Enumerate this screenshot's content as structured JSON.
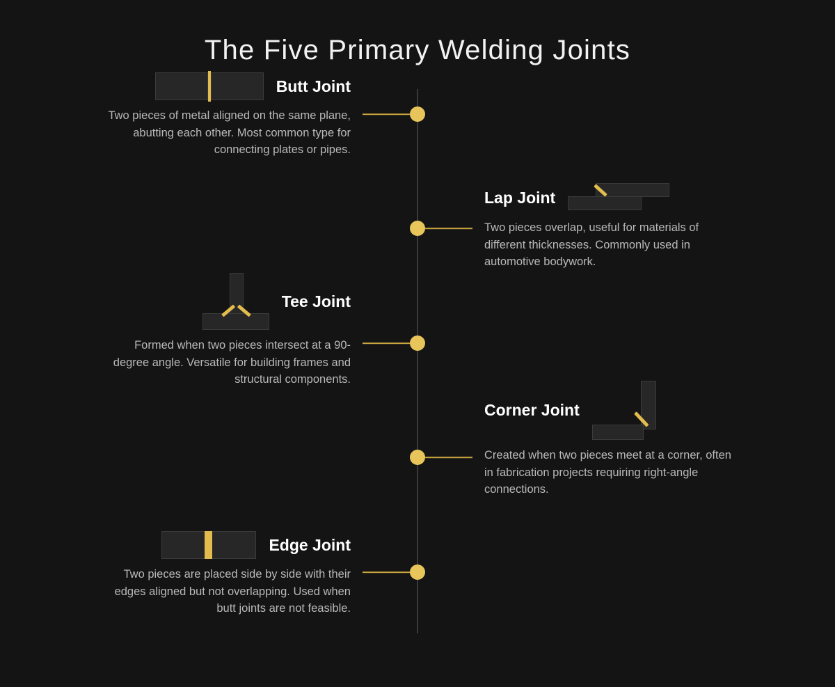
{
  "title": "The Five Primary Welding Joints",
  "colors": {
    "background": "#141414",
    "accent_gold": "#e8c55a",
    "weld_bead": "#e3bc4e",
    "plate_fill": "#272727",
    "plate_border": "#3b3b3b",
    "spine": "#3a3a3a",
    "heading_text": "#ffffff",
    "body_text": "#b9b9b9",
    "title_text": "#f2f2f2"
  },
  "joints": [
    {
      "name": "Butt Joint",
      "description": "Two pieces of metal aligned on the same plane, abutting each other. Most common type for connecting plates or pipes.",
      "side": "left",
      "diagram": "butt-joint-diagram"
    },
    {
      "name": "Lap Joint",
      "description": "Two pieces overlap, useful for materials of different thicknesses. Commonly used in automotive bodywork.",
      "side": "right",
      "diagram": "lap-joint-diagram"
    },
    {
      "name": "Tee Joint",
      "description": "Formed when two pieces intersect at a 90-degree angle. Versatile for building frames and structural components.",
      "side": "left",
      "diagram": "tee-joint-diagram"
    },
    {
      "name": "Corner Joint",
      "description": "Created when two pieces meet at a corner, often in fabrication projects requiring right-angle connections.",
      "side": "right",
      "diagram": "corner-joint-diagram"
    },
    {
      "name": "Edge Joint",
      "description": "Two pieces are placed side by side with their edges aligned but not overlapping. Used when butt joints are not feasible.",
      "side": "left",
      "diagram": "edge-joint-diagram"
    }
  ]
}
